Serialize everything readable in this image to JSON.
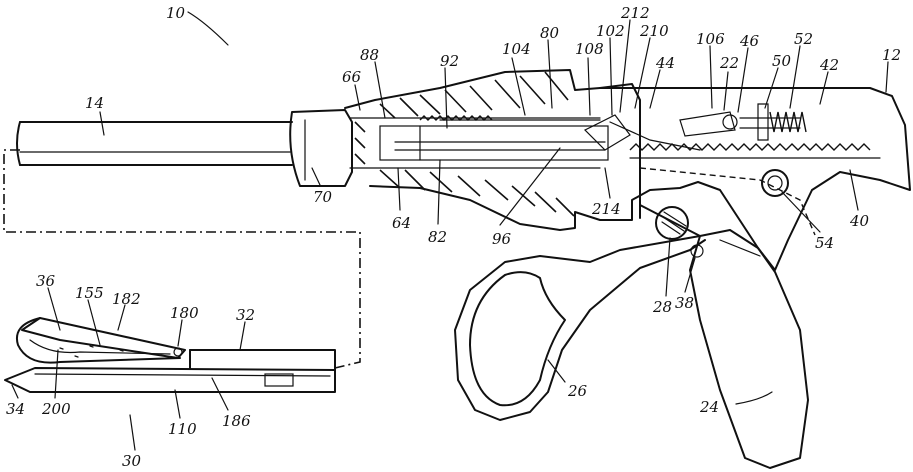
{
  "labels": {
    "l10": "10",
    "l14": "14",
    "l66": "66",
    "l88": "88",
    "l92": "92",
    "l104": "104",
    "l80": "80",
    "l108": "108",
    "l102": "102",
    "l212": "212",
    "l210": "210",
    "l44": "44",
    "l106": "106",
    "l22": "22",
    "l46": "46",
    "l50": "50",
    "l52": "52",
    "l42": "42",
    "l12": "12",
    "l70": "70",
    "l64": "64",
    "l82": "82",
    "l96": "96",
    "l214": "214",
    "l40": "40",
    "l54": "54",
    "l28": "28",
    "l38": "38",
    "l26": "26",
    "l24": "24",
    "l36": "36",
    "l155": "155",
    "l182": "182",
    "l180": "180",
    "l32": "32",
    "l34": "34",
    "l200": "200",
    "l110": "110",
    "l186": "186",
    "l30": "30"
  }
}
